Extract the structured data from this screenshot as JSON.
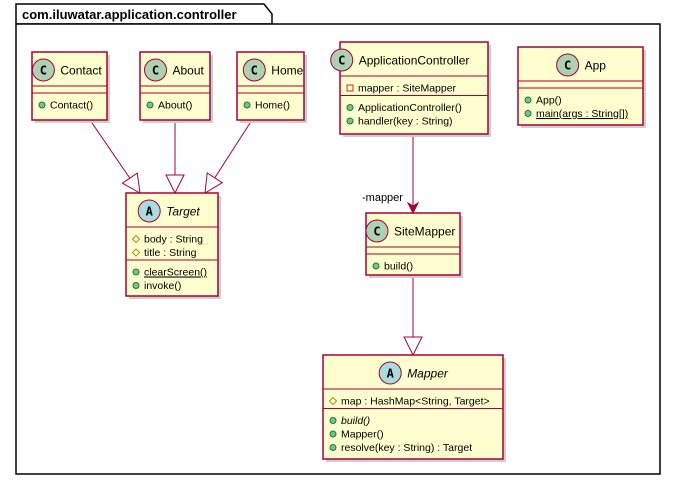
{
  "package": {
    "name": "com.iluwatar.application.controller"
  },
  "classes": [
    {
      "id": "contact",
      "name": "Contact",
      "kind": "class",
      "stereo": "C",
      "attributes": [],
      "methods": [
        {
          "vis": "public",
          "text": "Contact()"
        }
      ]
    },
    {
      "id": "about",
      "name": "About",
      "kind": "class",
      "stereo": "C",
      "attributes": [],
      "methods": [
        {
          "vis": "public",
          "text": "About()"
        }
      ]
    },
    {
      "id": "home",
      "name": "Home",
      "kind": "class",
      "stereo": "C",
      "attributes": [],
      "methods": [
        {
          "vis": "public",
          "text": "Home()"
        }
      ]
    },
    {
      "id": "appcontroller",
      "name": "ApplicationController",
      "kind": "class",
      "stereo": "C",
      "attributes": [
        {
          "vis": "private",
          "text": "mapper : SiteMapper"
        }
      ],
      "methods": [
        {
          "vis": "public",
          "text": "ApplicationController()"
        },
        {
          "vis": "public",
          "text": "handler(key : String)"
        }
      ]
    },
    {
      "id": "app",
      "name": "App",
      "kind": "class",
      "stereo": "C",
      "attributes": [],
      "methods": [
        {
          "vis": "public",
          "text": "App()"
        },
        {
          "vis": "public",
          "text": "main(args : String[])",
          "static": true
        }
      ]
    },
    {
      "id": "target",
      "name": "Target",
      "kind": "abstract",
      "stereo": "A",
      "attributes": [
        {
          "vis": "protected",
          "text": "body : String"
        },
        {
          "vis": "protected",
          "text": "title : String"
        }
      ],
      "methods": [
        {
          "vis": "public",
          "text": "clearScreen()",
          "static": true
        },
        {
          "vis": "public",
          "text": "invoke()"
        }
      ]
    },
    {
      "id": "sitemapper",
      "name": "SiteMapper",
      "kind": "class",
      "stereo": "C",
      "attributes": [],
      "methods": [
        {
          "vis": "public",
          "text": "build()"
        }
      ]
    },
    {
      "id": "mapper",
      "name": "Mapper",
      "kind": "abstract",
      "stereo": "A",
      "attributes": [
        {
          "vis": "protected",
          "text": "map : HashMap<String, Target>"
        }
      ],
      "methods": [
        {
          "vis": "public",
          "text": "build()",
          "abstract": true
        },
        {
          "vis": "public",
          "text": "Mapper()"
        },
        {
          "vis": "public",
          "text": "resolve(key : String) : Target"
        }
      ]
    }
  ],
  "relations": [
    {
      "type": "inheritance",
      "from": "contact",
      "to": "target"
    },
    {
      "type": "inheritance",
      "from": "about",
      "to": "target"
    },
    {
      "type": "inheritance",
      "from": "home",
      "to": "target"
    },
    {
      "type": "association",
      "from": "appcontroller",
      "to": "sitemapper",
      "label": "-mapper"
    },
    {
      "type": "inheritance",
      "from": "sitemapper",
      "to": "mapper"
    }
  ],
  "colors": {
    "class_fill": "#FEFECE",
    "class_border": "#A80036",
    "edge": "#A80036",
    "stereo_class": "#ADD1B2",
    "stereo_abstract": "#A9DCDF",
    "vis_public_fill": "#84BE84",
    "vis_public_stroke": "#038048",
    "vis_private_stroke": "#C82930",
    "vis_protected_stroke": "#B38D22",
    "package_fill": "#FFFFFF",
    "package_border": "#000000"
  }
}
